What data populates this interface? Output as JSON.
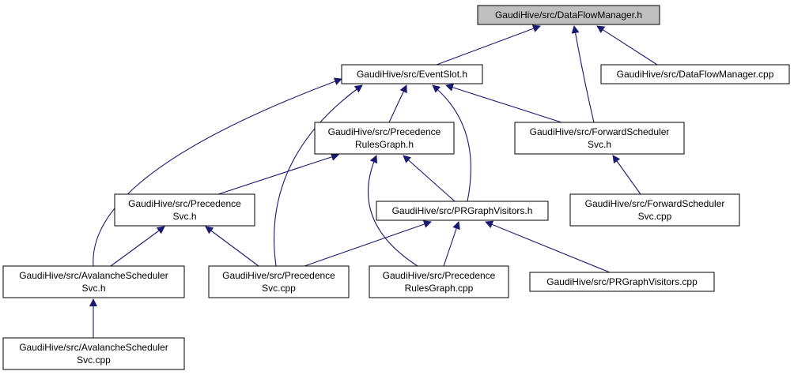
{
  "graph": {
    "edge_color": "#191970",
    "root_fill": "#bfbfbf",
    "node_fill": "#ffffff",
    "nodes": [
      {
        "id": "dataflowmanager-h",
        "lines": [
          "GaudiHive/src/DataFlowManager.h"
        ],
        "root": true
      },
      {
        "id": "eventslot-h",
        "lines": [
          "GaudiHive/src/EventSlot.h"
        ]
      },
      {
        "id": "dataflowmanager-cpp",
        "lines": [
          "GaudiHive/src/DataFlowManager.cpp"
        ]
      },
      {
        "id": "precedencerulesgraph-h",
        "lines": [
          "GaudiHive/src/Precedence",
          "RulesGraph.h"
        ]
      },
      {
        "id": "forwardschedulersvc-h",
        "lines": [
          "GaudiHive/src/ForwardScheduler",
          "Svc.h"
        ]
      },
      {
        "id": "precedencesvc-h",
        "lines": [
          "GaudiHive/src/Precedence",
          "Svc.h"
        ]
      },
      {
        "id": "prgraphvisitors-h",
        "lines": [
          "GaudiHive/src/PRGraphVisitors.h"
        ]
      },
      {
        "id": "forwardschedulersvc-cpp",
        "lines": [
          "GaudiHive/src/ForwardScheduler",
          "Svc.cpp"
        ]
      },
      {
        "id": "avalanchesched-h",
        "lines": [
          "GaudiHive/src/AvalancheScheduler",
          "Svc.h"
        ]
      },
      {
        "id": "precedencesvc-cpp",
        "lines": [
          "GaudiHive/src/Precedence",
          "Svc.cpp"
        ]
      },
      {
        "id": "precedencerulesgraph-cpp",
        "lines": [
          "GaudiHive/src/Precedence",
          "RulesGraph.cpp"
        ]
      },
      {
        "id": "prgraphvisitors-cpp",
        "lines": [
          "GaudiHive/src/PRGraphVisitors.cpp"
        ]
      },
      {
        "id": "avalanchesched-cpp",
        "lines": [
          "GaudiHive/src/AvalancheScheduler",
          "Svc.cpp"
        ]
      }
    ]
  }
}
